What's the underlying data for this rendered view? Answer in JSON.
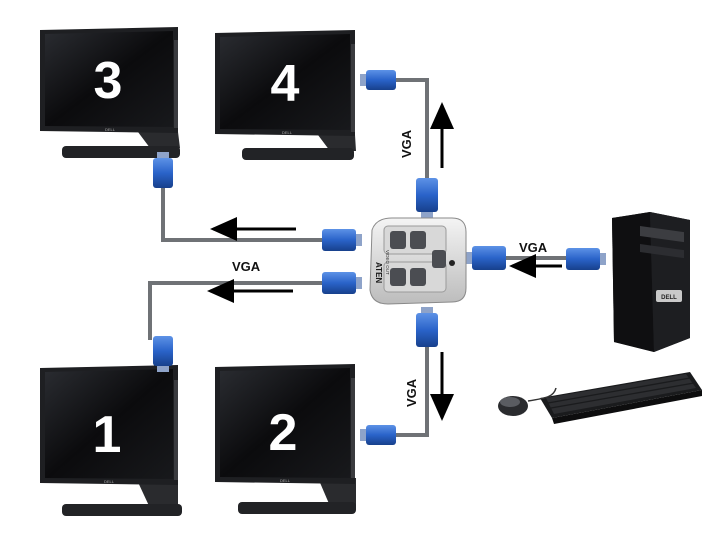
{
  "monitors": [
    {
      "number": "3",
      "brand": "DELL"
    },
    {
      "number": "4",
      "brand": "DELL"
    },
    {
      "number": "1",
      "brand": "DELL"
    },
    {
      "number": "2",
      "brand": "DELL"
    }
  ],
  "cable_labels": {
    "top": "VGA",
    "left": "VGA",
    "right": "VGA",
    "bottom": "VGA"
  },
  "splitter": {
    "brand": "ATEN",
    "port_label": "VIDEO OUT"
  },
  "computer": {
    "brand": "DELL"
  },
  "colors": {
    "screen": "#0b0b0d",
    "bezel": "#1e1f22",
    "cable": "#6f7276",
    "connector": "#2a63c9",
    "arrow": "#000000"
  }
}
